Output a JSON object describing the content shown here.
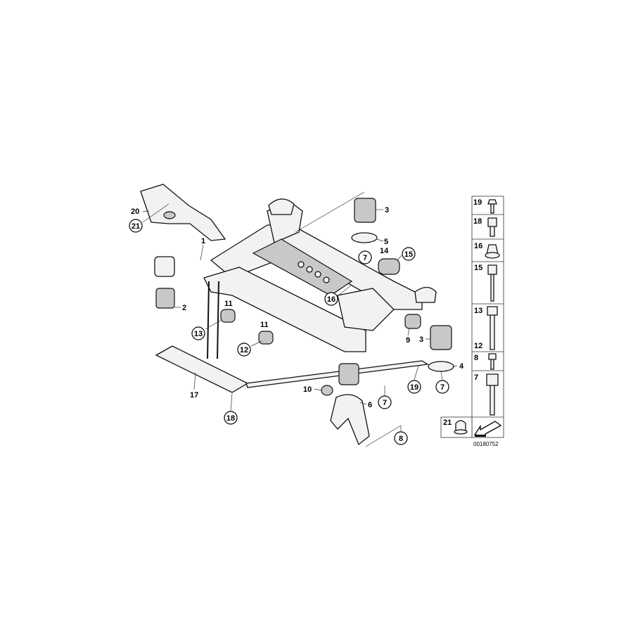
{
  "diagram": {
    "labels": [
      "20",
      "1",
      "2",
      "3",
      "5",
      "14",
      "11",
      "11",
      "9",
      "3",
      "4",
      "10",
      "6",
      "17"
    ],
    "callouts": [
      "21",
      "7",
      "15",
      "16",
      "13",
      "12",
      "19",
      "7",
      "7",
      "18",
      "8"
    ],
    "hardware_panel": {
      "rows": [
        {
          "numbers": [
            "19"
          ],
          "part": "bolt"
        },
        {
          "numbers": [
            "18"
          ],
          "part": "socket-bolt"
        },
        {
          "numbers": [
            "16"
          ],
          "part": "collar-nut"
        },
        {
          "numbers": [
            "15"
          ],
          "part": "long-bolt"
        },
        {
          "numbers": [
            "13",
            "12"
          ],
          "part": "hex-bolt"
        },
        {
          "numbers": [
            "8"
          ],
          "part": "short-bolt"
        },
        {
          "numbers": [
            "7"
          ],
          "part": "flange-bolt"
        },
        {
          "numbers": [
            "21"
          ],
          "part": "cap"
        }
      ],
      "direction_icon": "arrow-icon"
    },
    "reference_number": "00180752"
  }
}
